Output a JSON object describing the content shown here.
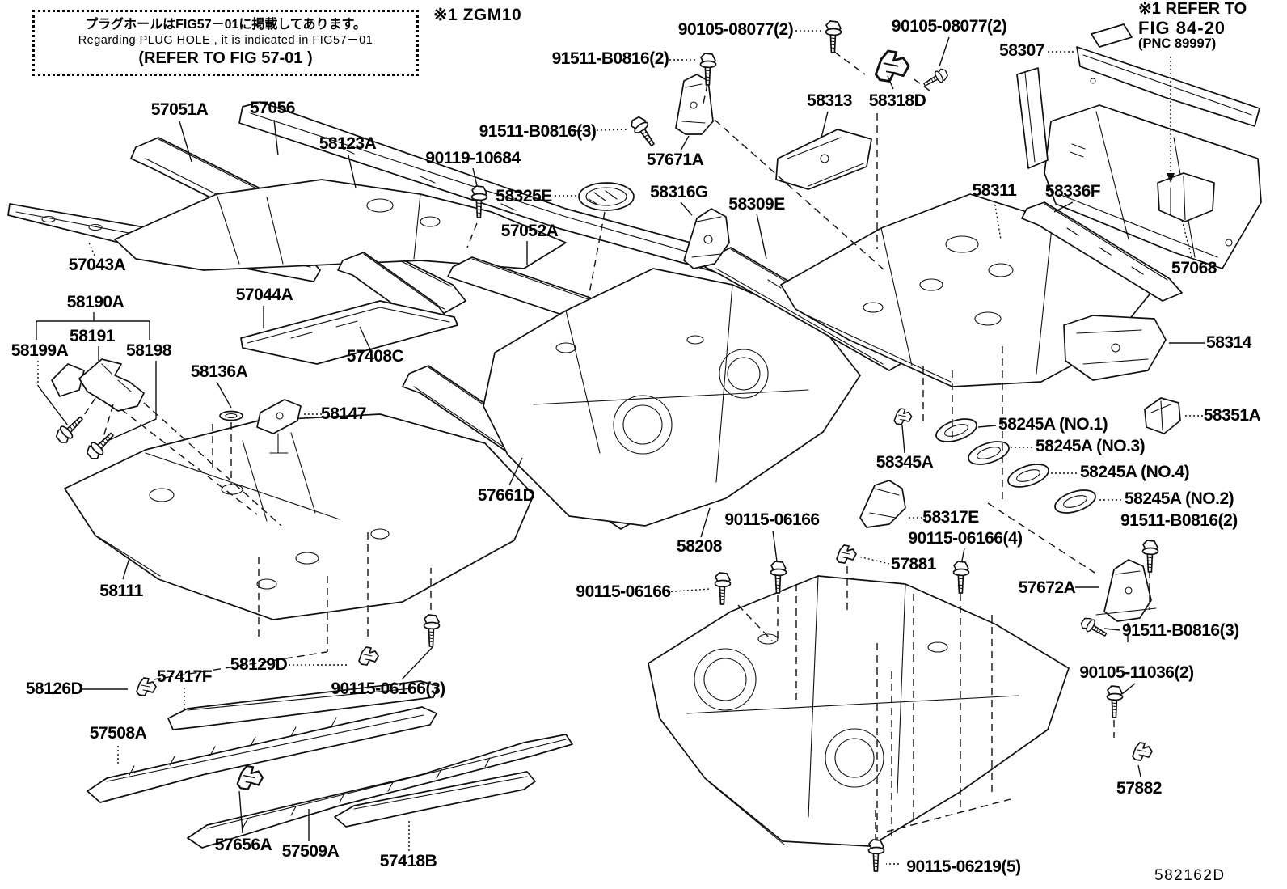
{
  "colors": {
    "background": "#ffffff",
    "line": "#000000"
  },
  "note_box": {
    "jp": "プラグホールはFIG57－01に掲載してあります。",
    "en": "Regarding PLUG HOLE , it is indicated in FIG57－01",
    "ref": "(REFER TO FIG 57-01 )"
  },
  "variant_note": "※1 ZGM10",
  "corner_ref": {
    "line1": "※1 REFER TO",
    "line2": "FIG 84-20",
    "line3": "(PNC 89997)"
  },
  "diagram_id": "582162D",
  "parts": [
    {
      "id": "57051A",
      "label": "57051A"
    },
    {
      "id": "57056",
      "label": "57056"
    },
    {
      "id": "58123A",
      "label": "58123A"
    },
    {
      "id": "90119-10684",
      "label": "90119-10684"
    },
    {
      "id": "58325E",
      "label": "58325E"
    },
    {
      "id": "91511-B0816-3-top",
      "label": "91511-B0816(3)"
    },
    {
      "id": "57671A",
      "label": "57671A"
    },
    {
      "id": "58313",
      "label": "58313"
    },
    {
      "id": "58318D",
      "label": "58318D"
    },
    {
      "id": "58316G",
      "label": "58316G"
    },
    {
      "id": "58309E",
      "label": "58309E"
    },
    {
      "id": "90105-08077-2-left",
      "label": "90105-08077(2)"
    },
    {
      "id": "91511-B0816-2-top",
      "label": "91511-B0816(2)"
    },
    {
      "id": "90105-08077-2-right",
      "label": "90105-08077(2)"
    },
    {
      "id": "58307",
      "label": "58307"
    },
    {
      "id": "58311",
      "label": "58311"
    },
    {
      "id": "58336F",
      "label": "58336F"
    },
    {
      "id": "57068",
      "label": "57068"
    },
    {
      "id": "58314",
      "label": "58314"
    },
    {
      "id": "57043A",
      "label": "57043A"
    },
    {
      "id": "57052A",
      "label": "57052A"
    },
    {
      "id": "57044A",
      "label": "57044A"
    },
    {
      "id": "57408C",
      "label": "57408C"
    },
    {
      "id": "58190A",
      "label": "58190A"
    },
    {
      "id": "58191",
      "label": "58191"
    },
    {
      "id": "58199A",
      "label": "58199A"
    },
    {
      "id": "58198",
      "label": "58198"
    },
    {
      "id": "58136A",
      "label": "58136A"
    },
    {
      "id": "58147",
      "label": "58147"
    },
    {
      "id": "58351A",
      "label": "58351A"
    },
    {
      "id": "58245A-no1",
      "label": "58245A (NO.1)"
    },
    {
      "id": "58245A-no3",
      "label": "58245A (NO.3)"
    },
    {
      "id": "58245A-no4",
      "label": "58245A (NO.4)"
    },
    {
      "id": "58245A-no2",
      "label": "58245A (NO.2)"
    },
    {
      "id": "91511-B0816-2-right",
      "label": "91511-B0816(2)"
    },
    {
      "id": "58345A",
      "label": "58345A"
    },
    {
      "id": "58317E",
      "label": "58317E"
    },
    {
      "id": "57661D",
      "label": "57661D"
    },
    {
      "id": "58208",
      "label": "58208"
    },
    {
      "id": "90115-06166-mid",
      "label": "90115-06166"
    },
    {
      "id": "90115-06166-4",
      "label": "90115-06166(4)"
    },
    {
      "id": "57881",
      "label": "57881"
    },
    {
      "id": "90115-06166-left",
      "label": "90115-06166"
    },
    {
      "id": "57672A",
      "label": "57672A"
    },
    {
      "id": "58111",
      "label": "58111"
    },
    {
      "id": "91511-B0816-3-bottom",
      "label": "91511-B0816(3)"
    },
    {
      "id": "58129D",
      "label": "58129D"
    },
    {
      "id": "90115-06166-3",
      "label": "90115-06166(3)"
    },
    {
      "id": "58126D",
      "label": "58126D"
    },
    {
      "id": "57417F",
      "label": "57417F"
    },
    {
      "id": "57508A",
      "label": "57508A"
    },
    {
      "id": "90105-11036-2",
      "label": "90105-11036(2)"
    },
    {
      "id": "57882",
      "label": "57882"
    },
    {
      "id": "57656A",
      "label": "57656A"
    },
    {
      "id": "57509A",
      "label": "57509A"
    },
    {
      "id": "57418B",
      "label": "57418B"
    },
    {
      "id": "90115-06219-5",
      "label": "90115-06219(5)"
    }
  ]
}
